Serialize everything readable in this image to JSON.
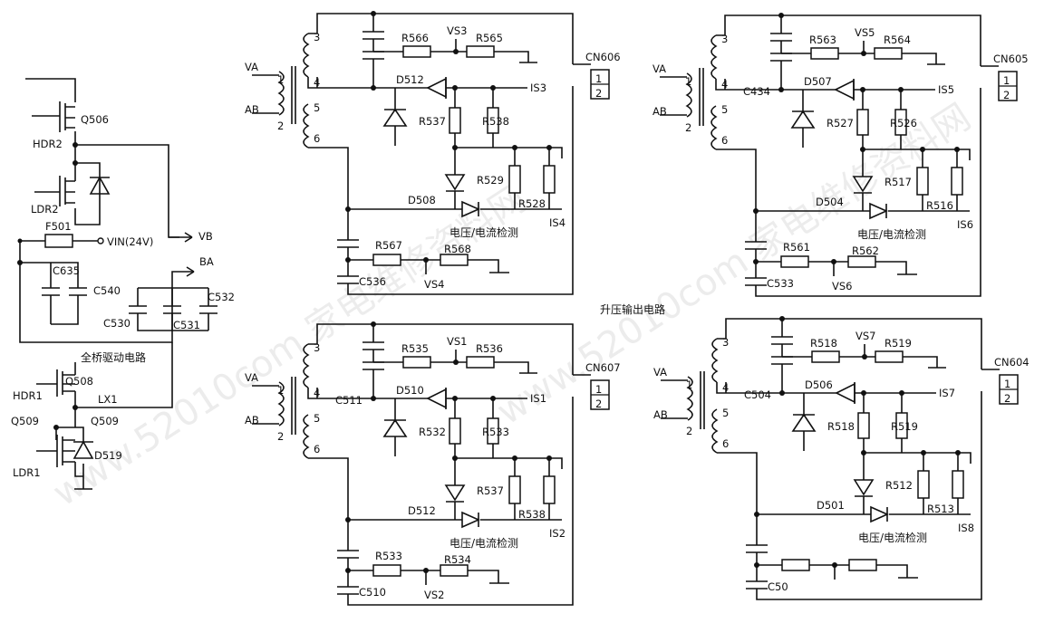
{
  "watermark": {
    "text": "www.52010com 家电维修资料网"
  },
  "captions": {
    "left": "全桥驱动电路",
    "center": "升压输出电路",
    "detect": "电压/电流检测"
  },
  "left": {
    "q506": "Q506",
    "hdr2": "HDR2",
    "ldr2": "LDR2",
    "f501": "F501",
    "vin": "VIN(24V)",
    "vb": "VB",
    "ba": "BA",
    "c635": "C635",
    "c540": "C540",
    "c532": "C532",
    "c530": "C530",
    "c531": "C531",
    "q508": "Q508",
    "hdr1": "HDR1",
    "lx1": "LX1",
    "q509a": "Q509",
    "q509b": "Q509",
    "ldr1": "LDR1",
    "d519": "D519"
  },
  "blocks": [
    {
      "va": "VA",
      "ab": "AB",
      "p1": "1",
      "p2": "2",
      "p3": "3",
      "p4": "4",
      "p5": "5",
      "p6": "6",
      "rt1": "R566",
      "vst": "VS3",
      "rt2": "R565",
      "ct": "",
      "dm": "D512",
      "is_a": "IS3",
      "rm1": "R537",
      "rm2": "R538",
      "dd": "D508",
      "rd1": "R529",
      "rd2": "R528",
      "is_b": "IS4",
      "rb1": "R567",
      "rb2": "R568",
      "vsb": "VS4",
      "cb": "C536",
      "cn": "CN606",
      "cn1": "1",
      "cn2": "2"
    },
    {
      "va": "VA",
      "ab": "AB",
      "p1": "1",
      "p2": "2",
      "p3": "3",
      "p4": "4",
      "p5": "5",
      "p6": "6",
      "rt1": "R563",
      "vst": "VS5",
      "rt2": "R564",
      "ct": "C434",
      "dm": "D507",
      "is_a": "IS5",
      "rm1": "R527",
      "rm2": "R526",
      "dd": "D504",
      "rd1": "R517",
      "rd2": "R516",
      "is_b": "IS6",
      "rb1": "R561",
      "rb2": "R562",
      "vsb": "VS6",
      "cb": "C533",
      "cn": "CN605",
      "cn1": "1",
      "cn2": "2"
    },
    {
      "va": "VA",
      "ab": "AB",
      "p1": "1",
      "p2": "2",
      "p3": "3",
      "p4": "4",
      "p5": "5",
      "p6": "6",
      "rt1": "R535",
      "vst": "VS1",
      "rt2": "R536",
      "ct": "C511",
      "dm": "D510",
      "is_a": "IS1",
      "rm1": "R532",
      "rm2": "R533",
      "dd": "D512",
      "rd1": "R537",
      "rd2": "R538",
      "is_b": "IS2",
      "rb1": "R533",
      "rb2": "R534",
      "vsb": "VS2",
      "cb": "C510",
      "cn": "CN607",
      "cn1": "1",
      "cn2": "2"
    },
    {
      "va": "VA",
      "ab": "AB",
      "p1": "1",
      "p2": "2",
      "p3": "3",
      "p4": "4",
      "p5": "5",
      "p6": "6",
      "rt1": "R518",
      "vst": "VS7",
      "rt2": "R519",
      "ct": "C504",
      "dm": "D506",
      "is_a": "IS7",
      "rm1": "R518",
      "rm2": "R519",
      "dd": "D501",
      "rd1": "R512",
      "rd2": "R513",
      "is_b": "IS8",
      "rb1": "",
      "rb2": "",
      "vsb": "",
      "cb": "C50",
      "cn": "CN604",
      "cn1": "1",
      "cn2": "2"
    }
  ]
}
